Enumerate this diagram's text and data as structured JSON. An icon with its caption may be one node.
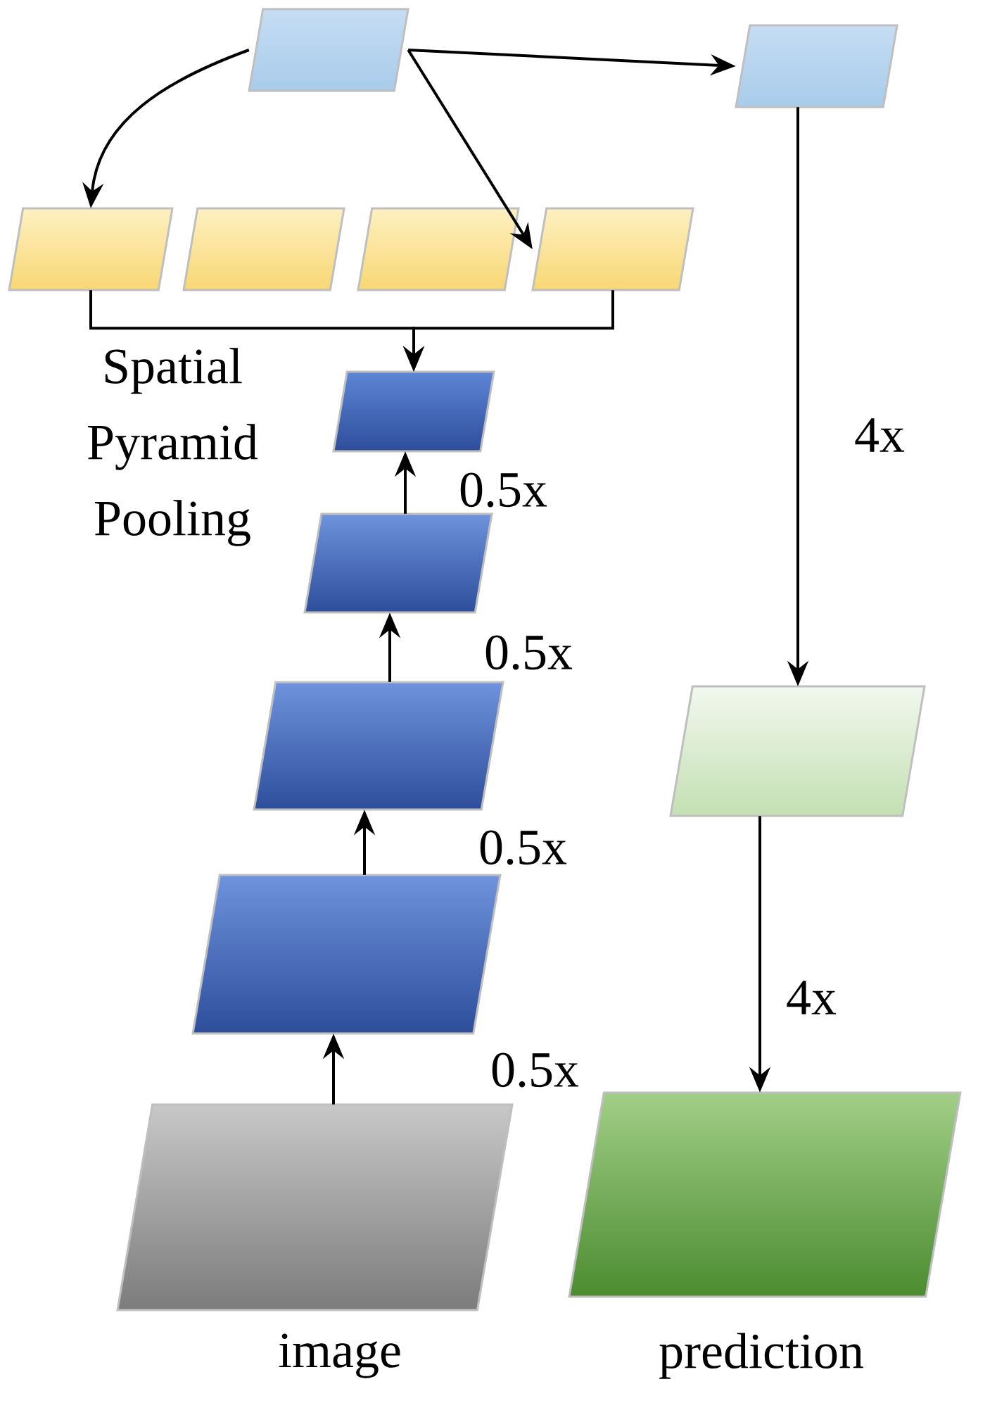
{
  "diagram": {
    "nodes": [
      {
        "text": [],
        "shape": "parallelogram"
      },
      {
        "text": [],
        "shape": "parallelogram"
      },
      {
        "text": [],
        "shape": "parallelogram"
      },
      {
        "text": [],
        "shape": "parallelogram"
      },
      {
        "text": [],
        "shape": "parallelogram"
      },
      {
        "text": [],
        "shape": "parallelogram"
      },
      {
        "text": [],
        "shape": "parallelogram"
      },
      {
        "text": [],
        "shape": "parallelogram"
      },
      {
        "text": [],
        "shape": "parallelogram"
      },
      {
        "text": [],
        "shape": "parallelogram"
      },
      {
        "text": [],
        "shape": "parallelogram",
        "beside": [
          "image"
        ]
      },
      {
        "text": [],
        "shape": "parallelogram"
      },
      {
        "text": [],
        "shape": "parallelogram",
        "beside": [
          "prediction"
        ]
      }
    ],
    "edges": [
      {
        "from": 0,
        "to": 1,
        "arrow": "to"
      },
      {
        "from": 0,
        "to": 2,
        "arrow": "to"
      },
      {
        "from": 0,
        "to": 5,
        "arrow": "to"
      },
      {
        "from": 2,
        "to": 6,
        "arrow": "to"
      },
      {
        "from": 5,
        "to": 6,
        "arrow": "to"
      },
      {
        "from": 10,
        "to": 9,
        "arrow": "to",
        "label": "0.5x"
      },
      {
        "from": 9,
        "to": 8,
        "arrow": "to",
        "label": "0.5x"
      },
      {
        "from": 8,
        "to": 7,
        "arrow": "to",
        "label": "0.5x"
      },
      {
        "from": 7,
        "to": 6,
        "arrow": "to",
        "label": "0.5x"
      },
      {
        "from": 1,
        "to": 11,
        "arrow": "to",
        "label": "4x"
      },
      {
        "from": 11,
        "to": 12,
        "arrow": "to",
        "label": "4x"
      }
    ],
    "labels": [
      "Spatial Pyramid Pooling"
    ]
  }
}
